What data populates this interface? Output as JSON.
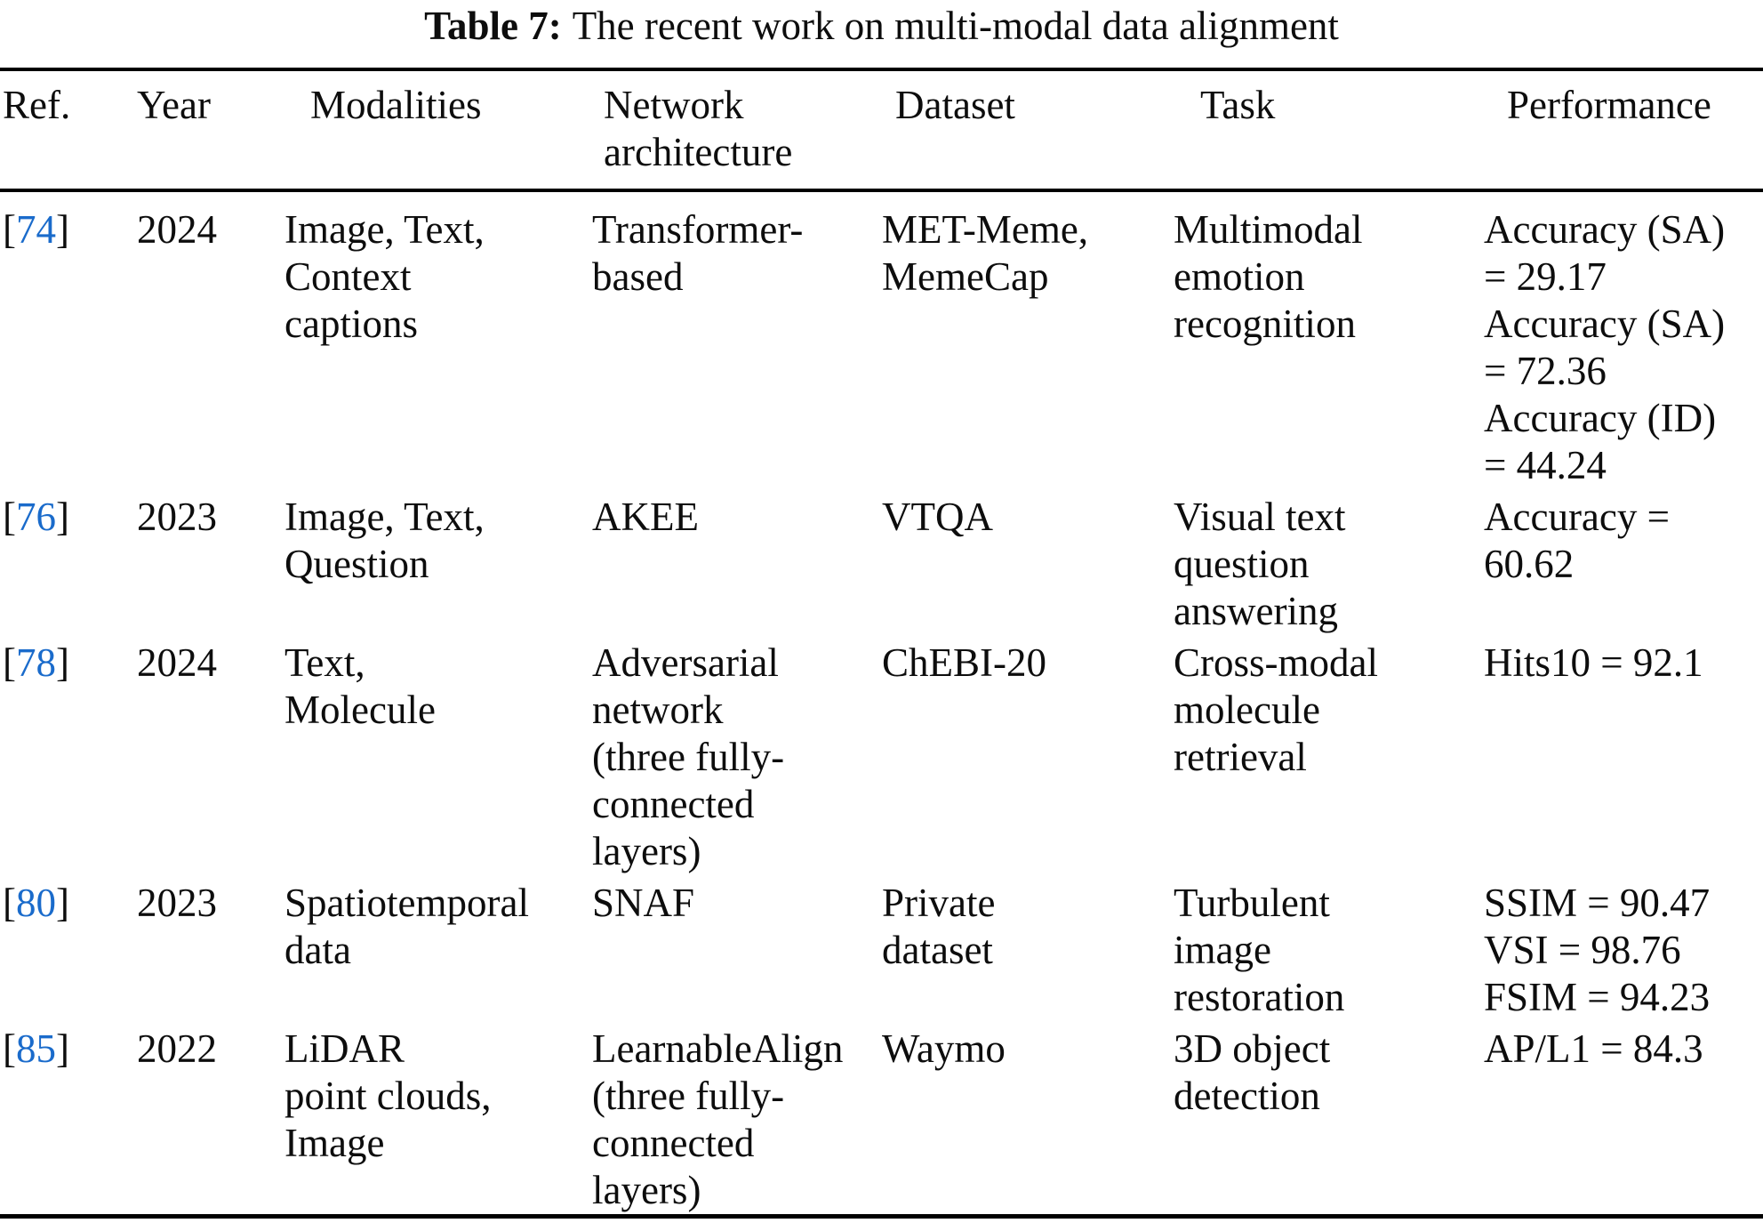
{
  "caption": {
    "label": "Table 7:",
    "text": "The recent work on multi-modal data alignment"
  },
  "table": {
    "columns": [
      "Ref.",
      "Year",
      "Modalities",
      "Network\narchitecture",
      "Dataset",
      "Task",
      "Performance"
    ],
    "citation_bracket_open": "[",
    "citation_bracket_close": "]",
    "rows": [
      {
        "ref": "74",
        "year": "2024",
        "modalities": "Image, Text,\nContext\ncaptions",
        "network_architecture": "Transformer-\nbased",
        "dataset": "MET-Meme,\nMemeCap",
        "task": "Multimodal\nemotion\nrecognition",
        "performance": "Accuracy (SA)\n= 29.17\nAccuracy (SA)\n= 72.36\nAccuracy (ID)\n= 44.24"
      },
      {
        "ref": "76",
        "year": "2023",
        "modalities": "Image, Text,\nQuestion",
        "network_architecture": "AKEE",
        "dataset": "VTQA",
        "task": "Visual text\nquestion\nanswering",
        "performance": "Accuracy =\n60.62"
      },
      {
        "ref": "78",
        "year": "2024",
        "modalities": "Text,\nMolecule",
        "network_architecture": "Adversarial\nnetwork\n(three fully-\nconnected\nlayers)",
        "dataset": "ChEBI-20",
        "task": "Cross-modal\nmolecule\nretrieval",
        "performance": "Hits10 = 92.1"
      },
      {
        "ref": "80",
        "year": "2023",
        "modalities": "Spatiotemporal\ndata",
        "network_architecture": "SNAF",
        "dataset": "Private\ndataset",
        "task": "Turbulent\nimage\nrestoration",
        "performance": "SSIM = 90.47\nVSI = 98.76\nFSIM = 94.23"
      },
      {
        "ref": "85",
        "year": "2022",
        "modalities": "LiDAR\npoint clouds,\nImage",
        "network_architecture": "LearnableAlign\n(three fully-\nconnected\nlayers)",
        "dataset": "Waymo",
        "task": "3D object\ndetection",
        "performance": "AP/L1 = 84.3"
      }
    ]
  },
  "colors": {
    "background": "#ffffff",
    "text": "#0d0d0d",
    "rule": "#000000",
    "link": "#1a6bcb"
  }
}
